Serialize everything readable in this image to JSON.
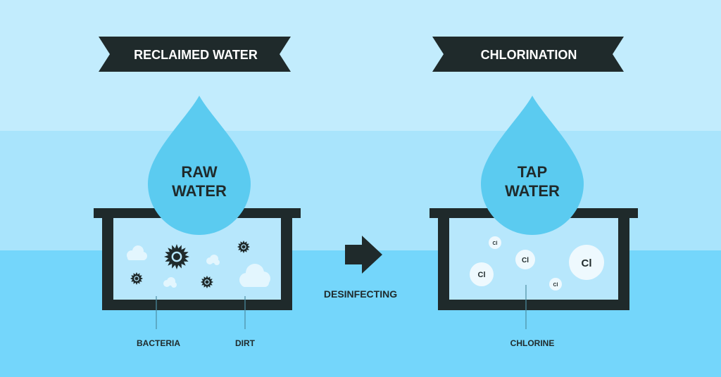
{
  "colors": {
    "sky_top": "#c2ecfd",
    "sky_mid": "#a9e4fc",
    "water_bottom": "#74d6fb",
    "banner": "#1f2a2b",
    "drop": "#5bcbf0",
    "tank": "#1f2a2b",
    "tank_water": "#b7e7fc",
    "cloud": "#e3f6fe",
    "germ": "#1f2a2b",
    "chlorine_bubble": "#eef9fe",
    "leader_line": "#4d8ea3"
  },
  "left_panel": {
    "banner_label": "RECLAIMED WATER",
    "drop_line1": "RAW",
    "drop_line2": "WATER",
    "labels": {
      "bacteria": "BACTERIA",
      "dirt": "DIRT"
    }
  },
  "right_panel": {
    "banner_label": "CHLORINATION",
    "drop_line1": "TAP",
    "drop_line2": "WATER",
    "labels": {
      "chlorine": "CHLORINE"
    },
    "bubble_symbol": "Cl"
  },
  "process": {
    "label": "DESINFECTING",
    "icon": "arrow-right-icon"
  },
  "icons": [
    "germ-icon",
    "cloud-icon",
    "water-drop-icon",
    "chlorine-bubble-icon",
    "arrow-right-icon"
  ]
}
